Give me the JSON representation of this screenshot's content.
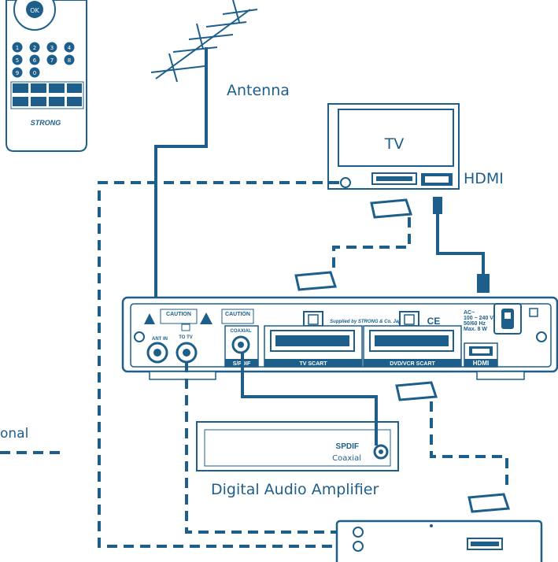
{
  "labels": {
    "antenna": "Antenna",
    "tv": "TV",
    "hdmi": "HDMI",
    "amplifier": "Digital Audio Amplifier",
    "optional": "onal",
    "spdif": "SPDIF",
    "coaxial": "Coaxial"
  },
  "receiver": {
    "caution_1": "CAUTION",
    "caution_2": "CAUTION",
    "ant_in": "ANT IN",
    "to_tv": "TO TV",
    "coaxial": "COAXIAL",
    "spdif": "S/PDIF",
    "tv_scart": "TV SCART",
    "dvd_scart": "DVD/VCR SCART",
    "hdmi": "HDMI",
    "supplied_by": "Supplied by STRONG & Co. Japan",
    "ce": "CE",
    "ac": "AC~",
    "voltage": "100 ~ 240 V",
    "freq": "50/60 Hz",
    "power": "Max. 8 W"
  },
  "remote": {
    "brand": "STRONG",
    "ok": "OK",
    "keys": [
      "1",
      "2",
      "3",
      "4",
      "5",
      "6",
      "7",
      "8",
      "9",
      "0"
    ]
  },
  "colors": {
    "line": "#1d5f8a"
  }
}
